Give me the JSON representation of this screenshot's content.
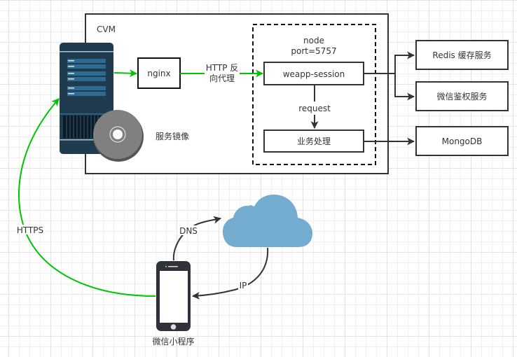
{
  "title": "weapp-session architecture",
  "colors": {
    "green_link": "#00c400",
    "dark_link": "#333333",
    "server_body": "#1f3b4d",
    "server_slot": "#2d6b92",
    "cloud": "#73acce",
    "disc": "#808080",
    "phone": "#30323a"
  },
  "cvm": {
    "label": "CVM"
  },
  "server": {
    "icon": "server-icon",
    "disc_icon": "disc-icon",
    "label": "服务镜像"
  },
  "nginx": {
    "label": "nginx"
  },
  "proxy_edge": {
    "label_line1": "HTTP 反",
    "label_line2": "向代理"
  },
  "node": {
    "label_line1": "node",
    "label_line2": "port=5757"
  },
  "weapp_session": {
    "label": "weapp-session"
  },
  "request_edge": {
    "label": "request"
  },
  "business": {
    "label": "业务处理"
  },
  "services": [
    {
      "label": "Redis 缓存服务"
    },
    {
      "label": "微信鉴权服务"
    },
    {
      "label": "MongoDB"
    }
  ],
  "cloud": {
    "icon": "cloud-icon"
  },
  "dns_edge": {
    "label": "DNS"
  },
  "ip_edge": {
    "label": "IP"
  },
  "https_edge": {
    "label": "HTTPS"
  },
  "phone": {
    "icon": "phone-icon",
    "label": "微信小程序"
  }
}
